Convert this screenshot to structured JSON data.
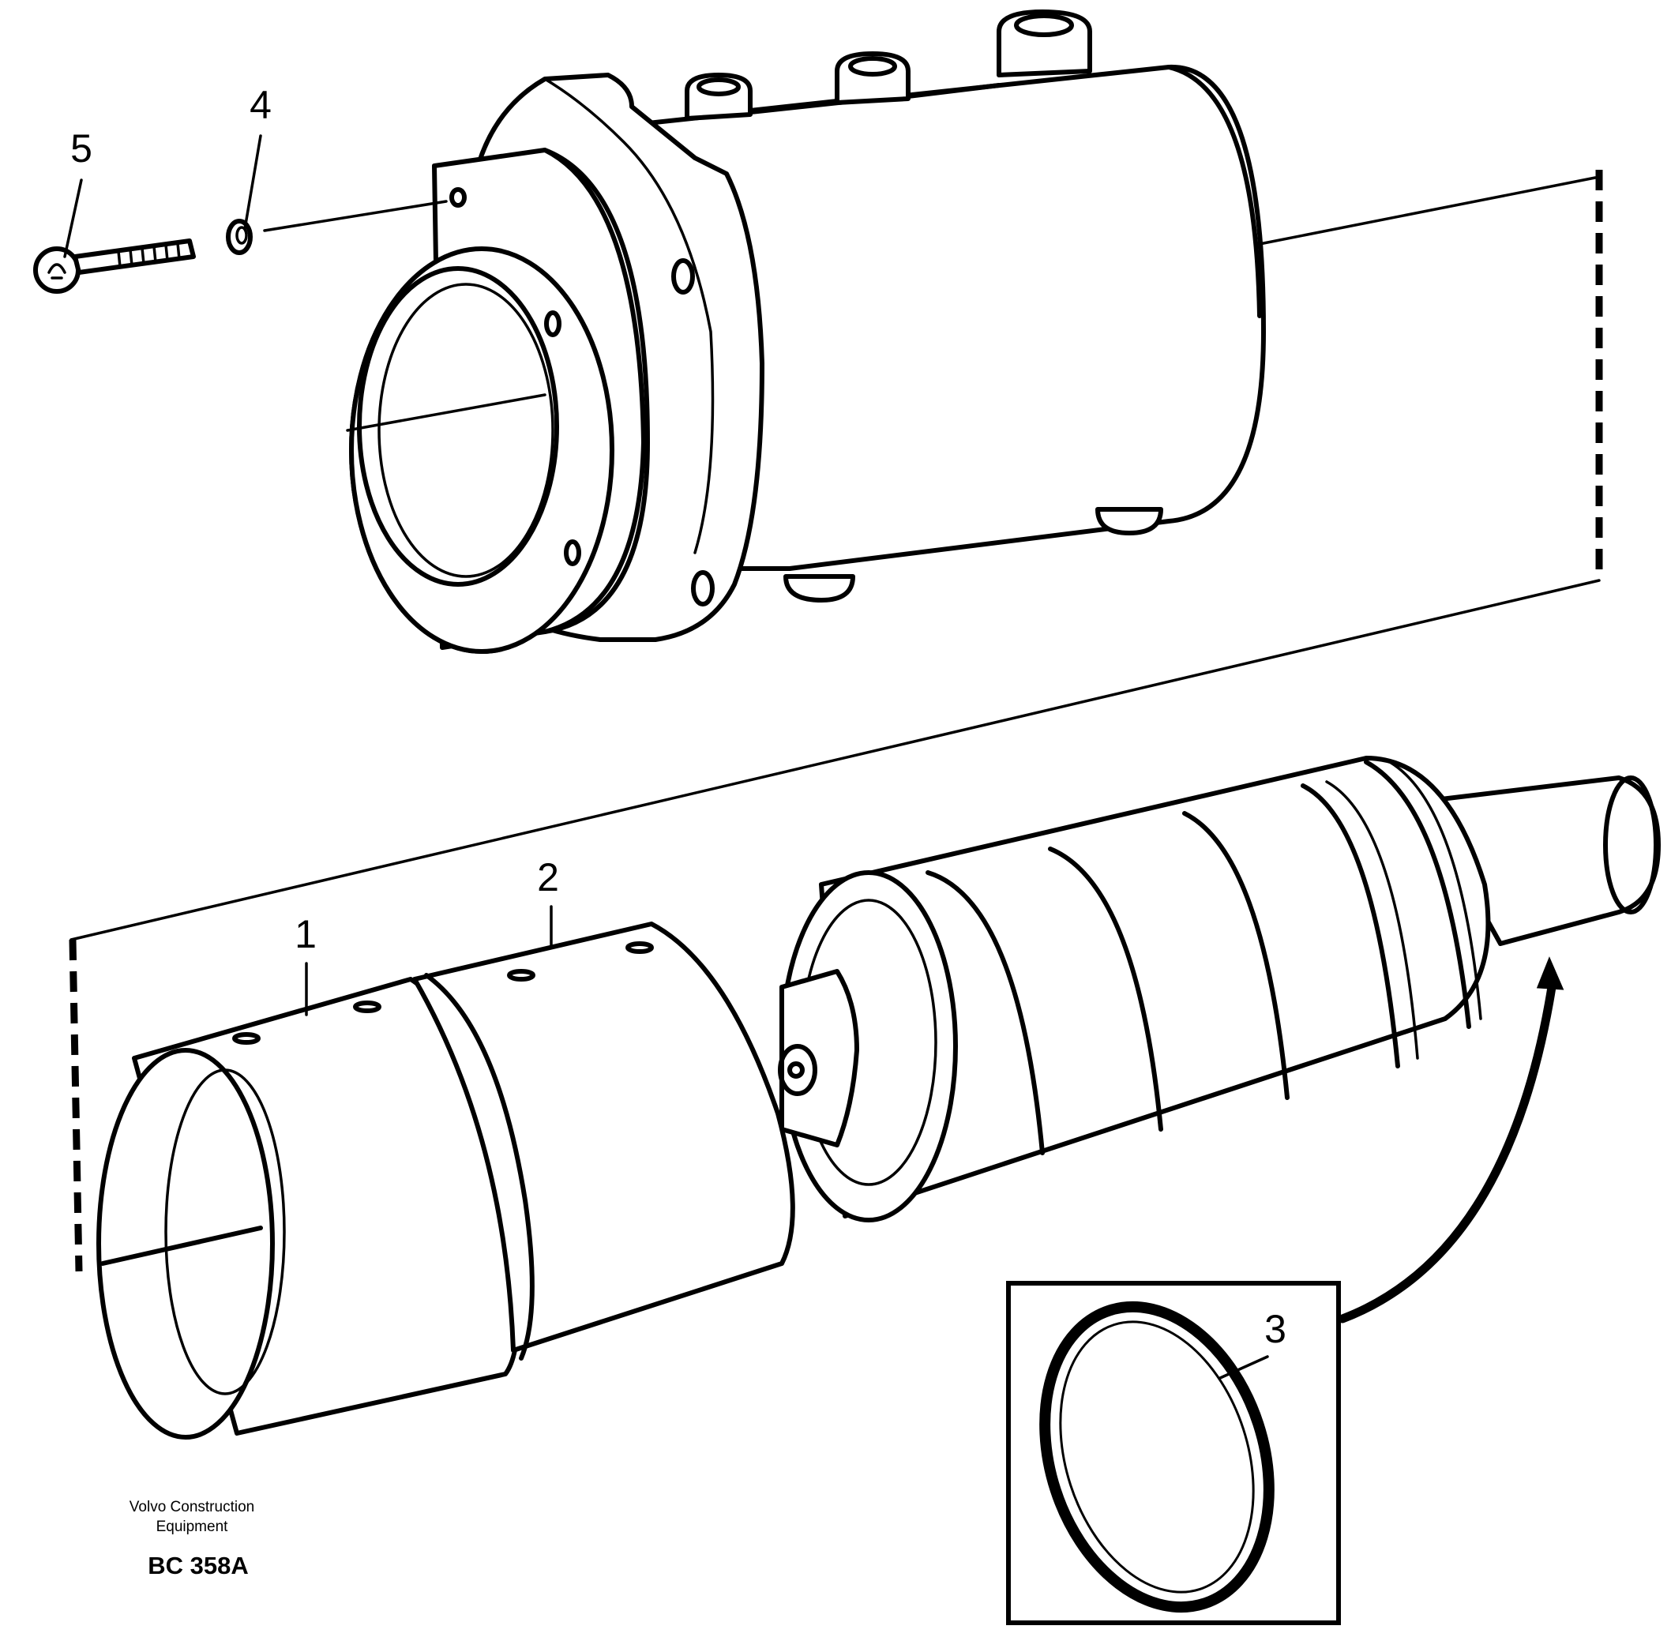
{
  "diagram": {
    "callouts": [
      "1",
      "2",
      "3",
      "4",
      "5"
    ],
    "credit_line1": "Volvo Construction",
    "credit_line2": "Equipment",
    "figure_code": "BC 358A"
  }
}
